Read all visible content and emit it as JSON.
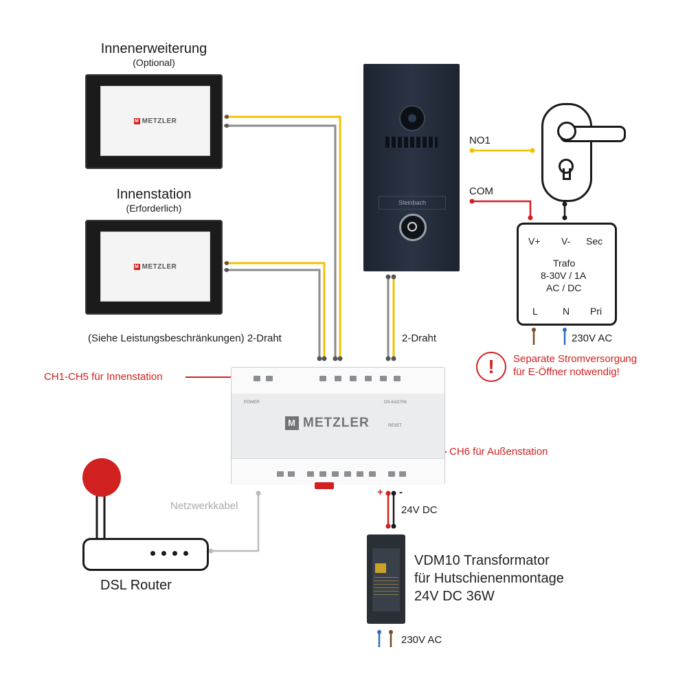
{
  "monitors": {
    "extension": {
      "title": "Innenerweiterung",
      "subtitle": "(Optional)",
      "brand": "METZLER"
    },
    "indoor": {
      "title": "Innenstation",
      "subtitle": "(Erforderlich)",
      "brand": "METZLER"
    }
  },
  "wiring": {
    "left_note": "(Siehe Leistungsbeschränkungen) 2-Draht",
    "right_note": "2-Draht",
    "ch_indoor": "CH1-CH5 für Innenstation",
    "ch_outdoor": "CH6 für Außenstation",
    "network": "Netzwerkkabel",
    "dc": "24V DC",
    "plus": "+",
    "minus": "-"
  },
  "door_station": {
    "brand": "Steinbach"
  },
  "lock": {
    "no": "NO1",
    "com": "COM"
  },
  "trafo": {
    "vplus": "V+",
    "vminus": "V-",
    "sec": "Sec",
    "line1": "Trafo",
    "line2": "8-30V / 1A",
    "line3": "AC / DC",
    "l": "L",
    "n": "N",
    "pri": "Pri",
    "ac": "230V AC"
  },
  "warning": {
    "icon": "!",
    "line1": "Separate Stromversorgung",
    "line2": "für E-Öffner notwendig!"
  },
  "din_module": {
    "brand": "METZLER",
    "power": "POWER",
    "model": "DS-KAD706",
    "reset": "RESET"
  },
  "router": {
    "label": "DSL Router"
  },
  "psu": {
    "line1": "VDM10 Transformator",
    "line2": "für Hutschienenmontage",
    "line3": "24V DC 36W",
    "ac": "230V AC"
  },
  "colors": {
    "accent": "#d0201f",
    "yellow": "#f2c200",
    "grey_wire": "#8a8a8a",
    "network_wire": "#bbbbbb",
    "blue_wire": "#2a6fb8",
    "brown_wire": "#7a4a22"
  }
}
